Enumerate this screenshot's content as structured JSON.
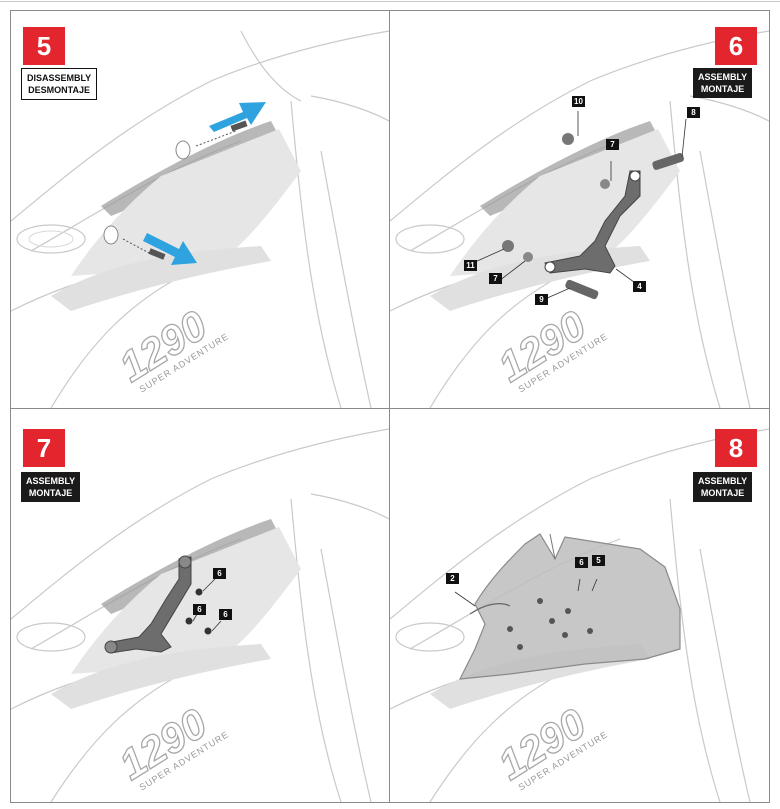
{
  "steps": [
    {
      "number": "5",
      "label_line1": "DISASSEMBLY",
      "label_line2": "DESMONTAJE"
    },
    {
      "number": "6",
      "label_line1": "ASSEMBLY",
      "label_line2": "MONTAJE"
    },
    {
      "number": "7",
      "label_line1": "ASSEMBLY",
      "label_line2": "MONTAJE"
    },
    {
      "number": "8",
      "label_line1": "ASSEMBLY",
      "label_line2": "MONTAJE"
    }
  ],
  "callouts": {
    "step6": [
      "10",
      "7",
      "8",
      "11",
      "7",
      "9",
      "4"
    ],
    "step7": [
      "6",
      "6",
      "6"
    ],
    "step8": [
      "2",
      "6",
      "5"
    ]
  },
  "model_badge": "1290",
  "model_subtitle": "SUPER ADVENTURE",
  "colors": {
    "step_red": "#e3262d",
    "arrow_blue": "#2ea3e0",
    "label_dark": "#1a1a1a"
  }
}
